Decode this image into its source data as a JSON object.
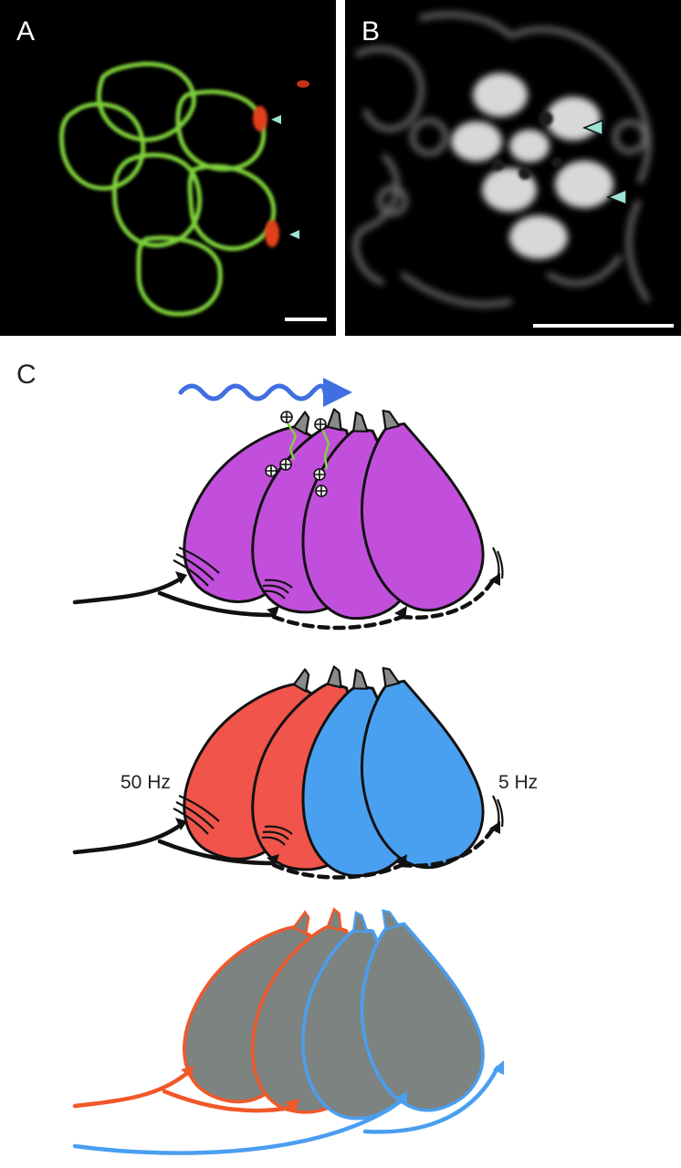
{
  "panels": {
    "a": {
      "letter": "A"
    },
    "b": {
      "letter": "B"
    },
    "c": {
      "letter": "C"
    }
  },
  "labels": {
    "high_frequency": "50 Hz",
    "low_frequency": "5 Hz"
  },
  "colors": {
    "stimulus_wave": "#3f6fe0",
    "mechanosensitive_cells": "#c24fdc",
    "high_frequency_cells": "#f0544a",
    "low_frequency_cells": "#4aa0f0",
    "unresponsive_cells": "#7d8380",
    "high_frequency_fiber": "#f0582a",
    "low_frequency_fiber": "#4a9ef0",
    "membrane_green": "#7fd23a",
    "tip_link_green": "#7fd23a",
    "marker_red": "#e2411c",
    "arrowhead_cyan": "#9be3d5"
  },
  "icons": [
    "positive-ion-icon",
    "arrowhead-marker-icon",
    "wavy-arrow-icon",
    "scale-bar"
  ]
}
